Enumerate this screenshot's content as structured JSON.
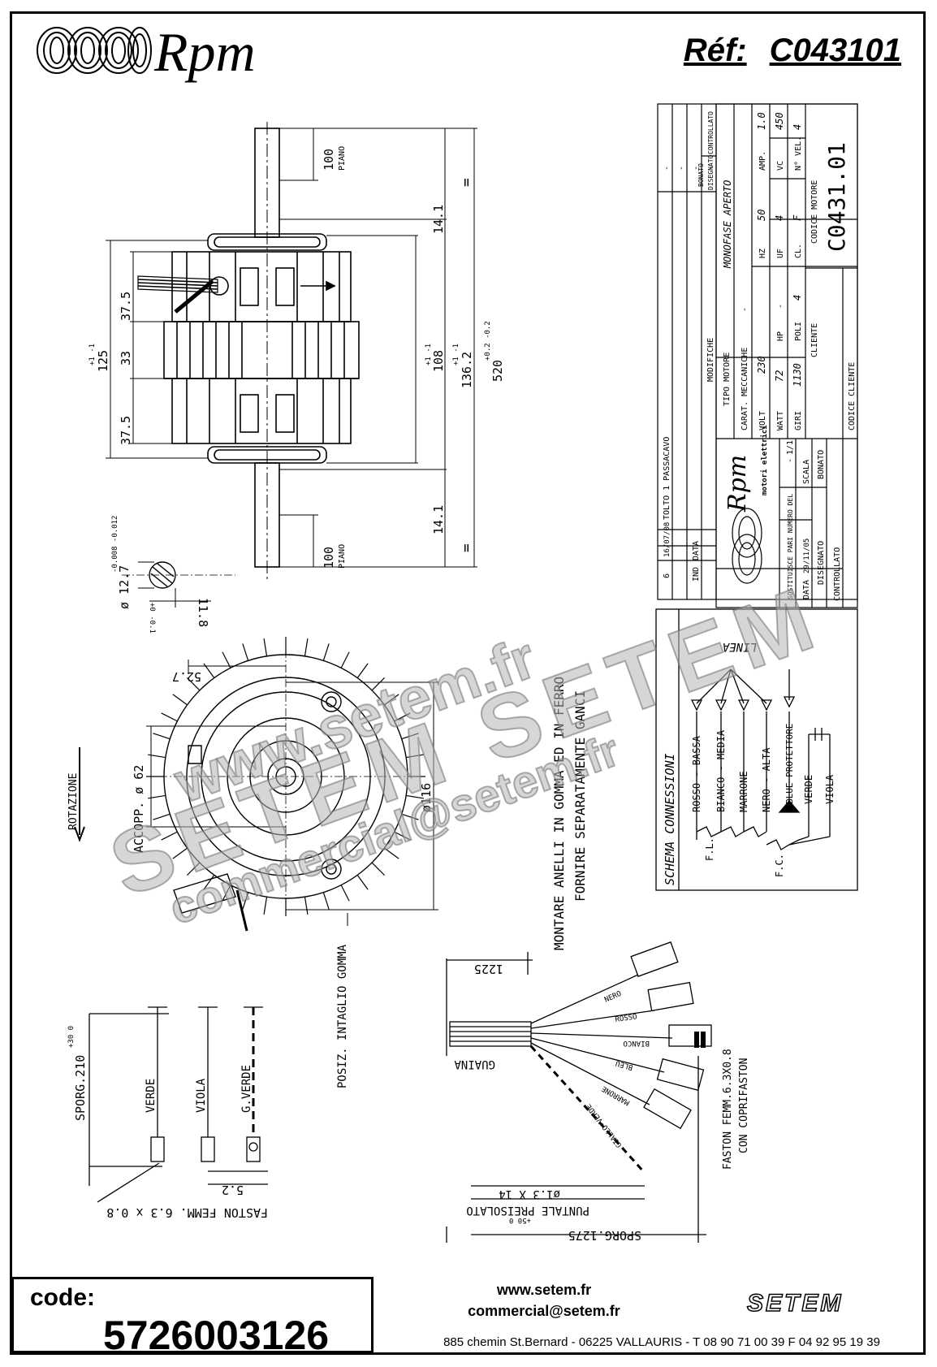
{
  "header": {
    "brand": "Rpm",
    "ref_label": "Réf:",
    "ref_value": "C043101"
  },
  "dimensions": {
    "d100_top": "100",
    "piano_top": "PIANO",
    "d14_1_top": "14.1",
    "d37_5_top": "37.5",
    "d33": "33",
    "d37_5_bottom": "37.5",
    "d125": "125",
    "tol125": "+1 -1",
    "d108": "108",
    "tol108": "+1 -1",
    "d136_2": "136.2",
    "tol136": "+1 -1",
    "d520": "520",
    "tol520": "+0.2 -0.2",
    "eq_top": "=",
    "eq_bottom": "=",
    "d14_1_bottom": "14.1",
    "d100_bottom": "100",
    "piano_bottom": "PIANO",
    "shaft_dia": "ø 12.7",
    "shaft_tol": "-0.008 -0.012",
    "flat": "11.8",
    "flat_tol": "+0 -0.1",
    "d52_7": "52.7",
    "accopp": "ACCOPP. ø 62",
    "d116": "ø116",
    "rotazione": "ROTAZIONE",
    "posiz": "POSIZ. INTAGLIO GOMMA",
    "montare": "MONTARE ANELLI IN GOMMA ED IN FERRO",
    "fornire": "FORNIRE SEPARATAMENTE GANCI"
  },
  "title_block": {
    "rows_dash": [
      "-",
      "-",
      "-",
      "-"
    ],
    "rev_number": "6",
    "rev_date": "16/07/08",
    "rev_desc": "TOLTO 1 PASSACAVO",
    "ind": "IND",
    "data": "DATA",
    "modifiche": "MODIFICHE",
    "disegnato": "DISEGNATO",
    "controllato": "CONTROLLATO",
    "bonato": "BONATO",
    "tipo_motore_label": "TIPO MOTORE",
    "tipo_motore": "MONOFASE APERTO",
    "carat_label": "CARAT. MECCANICHE",
    "carat_value": "-",
    "volt_label": "VOLT",
    "volt": "230",
    "hz_label": "HZ",
    "hz": "50",
    "amp_label": "AMP.",
    "amp": "1.0",
    "watt_label": "WATT",
    "watt": "72",
    "hp_label": "HP",
    "hp": "-",
    "uf_label": "UF",
    "uf": "4",
    "vc_label": "VC",
    "vc": "450",
    "giri_label": "GIRI",
    "giri": "1130",
    "poli_label": "POLI",
    "poli": "4",
    "cl_label": "CL.",
    "cl": "F",
    "nvel_label": "N° VEL.",
    "nvel": "4",
    "codice_motore_label": "CODICE MOTORE",
    "codice_motore": "C0431.01",
    "cliente_label": "CLIENTE",
    "codice_cliente_label": "CODICE CLIENTE",
    "logo_text": "Rpm",
    "logo_sub": "motori elettrici",
    "sostituisce_label": "SOSTITUISCE PARI NUMERO DEL",
    "sostituisce": "-",
    "scala_label": "SCALA",
    "scala": "1/1",
    "data_label": "DATA",
    "data_value": "29/11/05",
    "disegnato_label": "DISEGNATO",
    "disegnato_value": "BONATO",
    "controllato_label": "CONTROLLATO"
  },
  "schema": {
    "title": "SCHEMA CONNESSIONI",
    "linea": "LINEA",
    "wires": [
      "ROSSO - BASSA",
      "BIANCO - MEDIA",
      "MARRONE",
      "NERO - ALTA",
      "BLUE PROTETTORE",
      "VERDE",
      "VIOLA"
    ],
    "fl": "F.L.",
    "fc": "F.C."
  },
  "leads": {
    "d1225": "1225",
    "guaina": "GUAINA",
    "wires": [
      "NERO",
      "ROSSO",
      "BIANCO",
      "BLEU",
      "MARRONE",
      "GIALLO-VERDE"
    ],
    "faston_note": "FASTON FEMM.6.3X0.8",
    "faston_note2": "CON COPRIFASTON",
    "puntale_dim": "ø1.3 X 14",
    "puntale": "PUNTALE PREISOLATO",
    "sporg1275": "SPORG.1275",
    "sporg1275_tol": "+50 0",
    "ground_wires": [
      "VERDE",
      "VIOLA",
      "G.VERDE"
    ],
    "sporg210": "SPORG.210",
    "sporg210_tol": "+30 0",
    "d5_2": "5.2",
    "faston_bottom": "FASTON FEMM. 6.3 x 0.8"
  },
  "watermark": {
    "line1": "www.setem.fr",
    "line2": "SETEM SETEM",
    "line3": "commercial@setem.fr"
  },
  "footer": {
    "code_label": "code:",
    "code_value": "5726003126",
    "website": "www.setem.fr",
    "email": "commercial@setem.fr",
    "logo": "SETEM",
    "address": "885 chemin St.Bernard  -  06225 VALLAURIS  -  T 08 90 71 00 39   F 04 92 95 19 39"
  }
}
